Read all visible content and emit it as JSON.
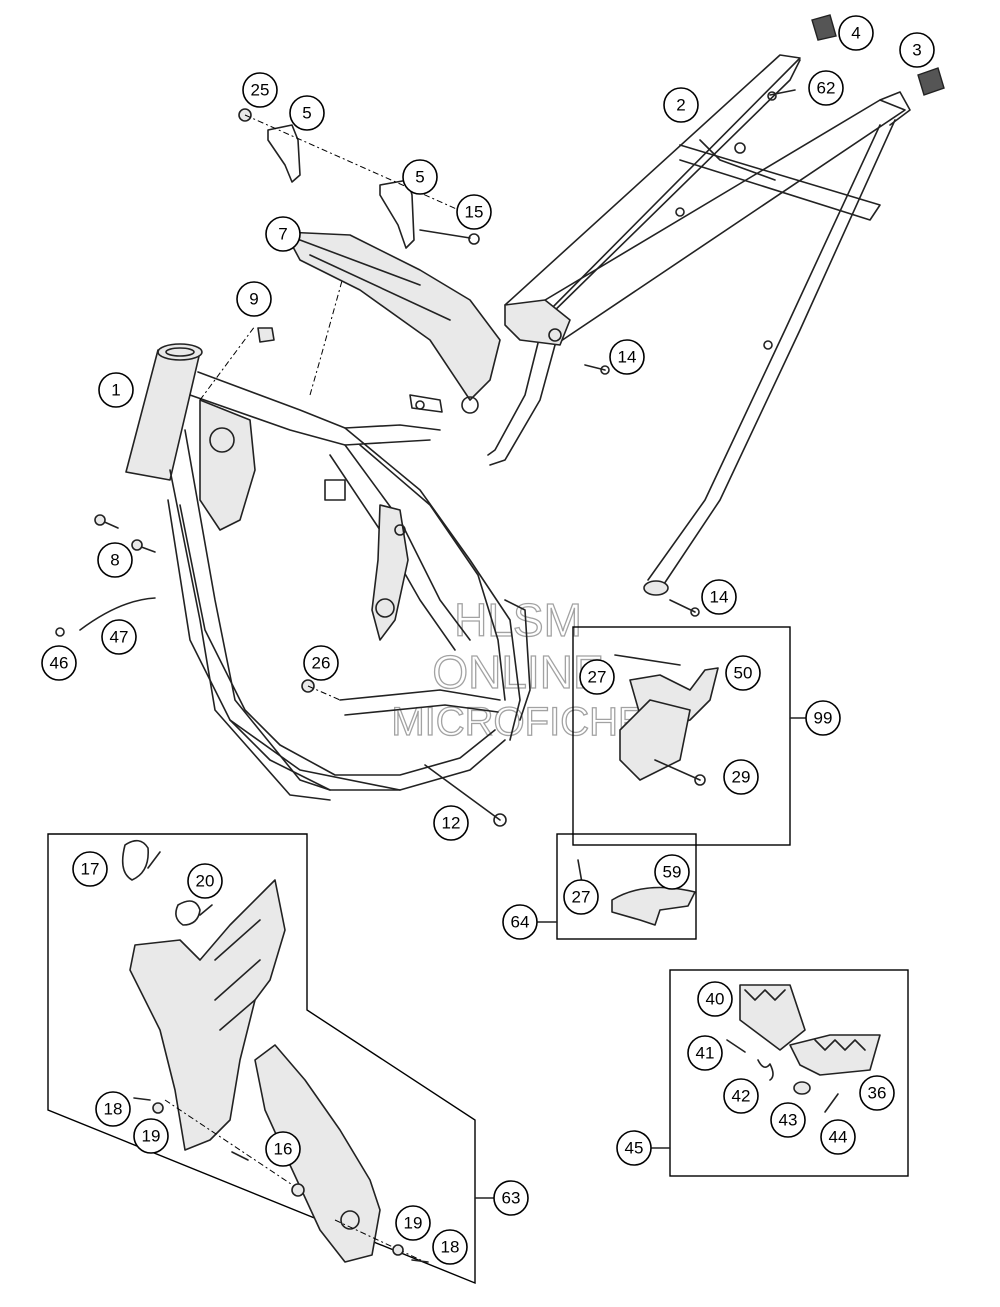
{
  "watermark": {
    "line1": "HLSM",
    "line2": "ONLINE",
    "line3": "MICROFICHE"
  },
  "callouts": {
    "c1": "1",
    "c2": "2",
    "c3": "3",
    "c4": "4",
    "c5a": "5",
    "c5b": "5",
    "c7": "7",
    "c8": "8",
    "c9": "9",
    "c12": "12",
    "c14a": "14",
    "c14b": "14",
    "c15": "15",
    "c16": "16",
    "c17": "17",
    "c18a": "18",
    "c18b": "18",
    "c19a": "19",
    "c19b": "19",
    "c20": "20",
    "c25": "25",
    "c26": "26",
    "c27a": "27",
    "c27b": "27",
    "c29": "29",
    "c36": "36",
    "c40": "40",
    "c41": "41",
    "c42": "42",
    "c43": "43",
    "c44": "44",
    "c45": "45",
    "c46": "46",
    "c47": "47",
    "c50": "50",
    "c59": "59",
    "c62": "62",
    "c63": "63",
    "c64": "64",
    "c99": "99"
  }
}
